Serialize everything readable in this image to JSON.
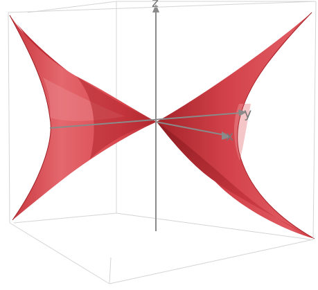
{
  "axes": {
    "x_label": "x",
    "y_label": "y",
    "z_label": "z"
  },
  "colors": {
    "surface": "#d9484f",
    "surface_light": "#e46a70",
    "surface_dark": "#a8262d",
    "axis": "#8a8a8a",
    "axis_label": "#777777",
    "box": "#d4d4d4",
    "background": "#ffffff"
  }
}
